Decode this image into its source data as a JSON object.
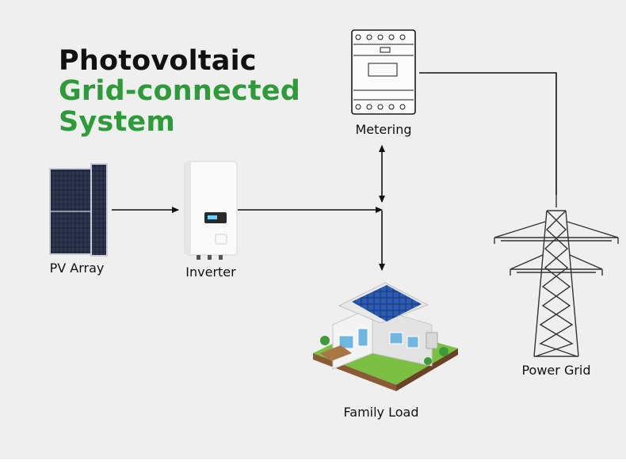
{
  "title": {
    "line1": "Photovoltaic",
    "line2": "Grid-connected",
    "line3": "System"
  },
  "labels": {
    "pv_array": "PV Array",
    "inverter": "Inverter",
    "metering": "Metering",
    "family_load": "Family Load",
    "power_grid": "Power Grid"
  },
  "colors": {
    "background": "#efefef",
    "title_dark": "#111111",
    "title_accent": "#2e9b3a",
    "connector": "#111111"
  },
  "icons": [
    "solar-panel-icon",
    "inverter-icon",
    "electric-meter-icon",
    "house-icon",
    "transmission-tower-icon"
  ]
}
